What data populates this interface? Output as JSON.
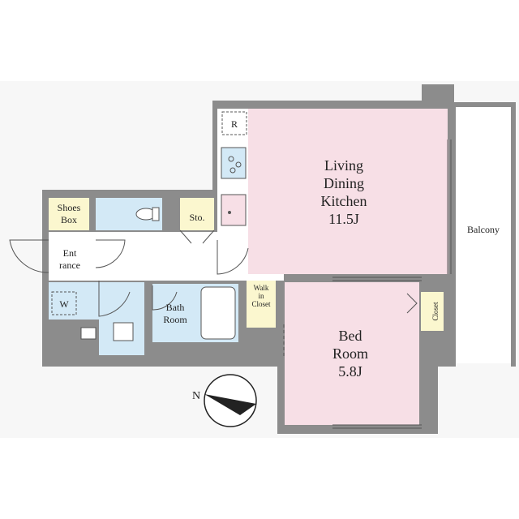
{
  "colors": {
    "wall": "#8c8c8c",
    "floor": "#ffffff",
    "ldk": "#f7dfe6",
    "bedroom": "#f7dfe6",
    "wet": "#d3e9f6",
    "storage": "#fbf7cf",
    "balcony": "#ffffff",
    "line": "#555555"
  },
  "rooms": {
    "ldk": {
      "lines": [
        "Living",
        "Dining",
        "Kitchen",
        "11.5J"
      ]
    },
    "bedroom": {
      "lines": [
        "Bed",
        "Room",
        "5.8J"
      ]
    },
    "balcony": {
      "label": "Balcony"
    },
    "bath": {
      "lines": [
        "Bath",
        "Room"
      ]
    },
    "entrance": {
      "lines": [
        "Ent",
        "rance"
      ]
    },
    "shoes_box": {
      "lines": [
        "Shoes",
        "Box"
      ]
    },
    "storage": {
      "label": "Sto."
    },
    "walk_in_closet": {
      "lines": [
        "Walk",
        "in",
        "Closet"
      ]
    },
    "closet": {
      "label": "Closet"
    },
    "fridge": {
      "label": "R"
    },
    "washer": {
      "label": "W"
    }
  },
  "compass": {
    "label": "N",
    "icon": "north-arrow-icon"
  }
}
